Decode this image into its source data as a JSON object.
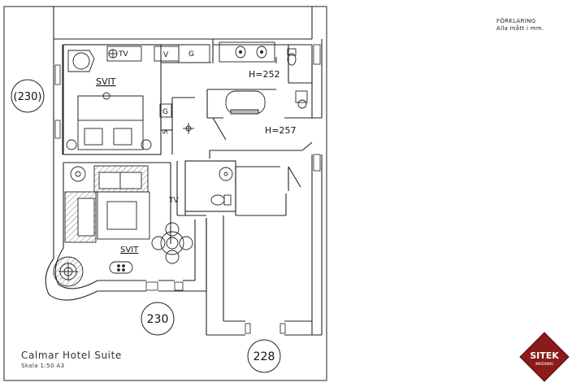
{
  "legend": {
    "heading": "FÖRKLARING",
    "note": "Alla mått i mm."
  },
  "title": {
    "name": "Calmar Hotel Suite",
    "scale": "Skala 1:50 A3"
  },
  "logo": {
    "text": "SITEK",
    "subtext": "INREDNING",
    "color": "#8b1a1a"
  },
  "rooms": {
    "suite_top": "SVIT",
    "suite_bottom": "SVIT",
    "height_bath": "H=252",
    "height_hall": "H=257"
  },
  "room_numbers": {
    "left": "(230)",
    "bottom": "230",
    "right": "228"
  },
  "fixtures": {
    "tv_top": "TV",
    "v": "V",
    "g_top": "G",
    "g_mid": "G",
    "s": "S",
    "tv_mid": "TV"
  }
}
